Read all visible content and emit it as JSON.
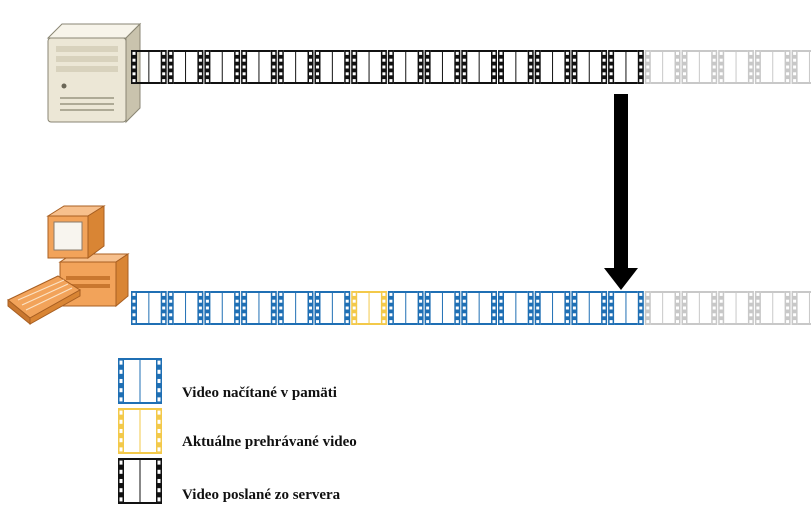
{
  "colors": {
    "sent": "#111111",
    "pending": "#c8c8c8",
    "buffered": "#1f6fb4",
    "playing": "#f3c94a",
    "arrow": "#000000",
    "server_body": "#ece7d6",
    "computer_body": "#f2a35a"
  },
  "icons": {
    "server": "server-icon",
    "computer": "desktop-computer-icon"
  },
  "server_strip": {
    "sent_frames": 14,
    "pending_frames": 5
  },
  "client_strip": {
    "frame_states": [
      "buffered",
      "buffered",
      "buffered",
      "buffered",
      "buffered",
      "buffered",
      "playing",
      "buffered",
      "buffered",
      "buffered",
      "buffered",
      "buffered",
      "buffered",
      "buffered",
      "pending",
      "pending",
      "pending",
      "pending",
      "pending"
    ]
  },
  "legend": [
    {
      "state": "buffered",
      "label": "Video načítané v pamäti"
    },
    {
      "state": "playing",
      "label": "Aktuálne prehrávané video"
    },
    {
      "state": "sent",
      "label": "Video poslané zo servera"
    }
  ]
}
